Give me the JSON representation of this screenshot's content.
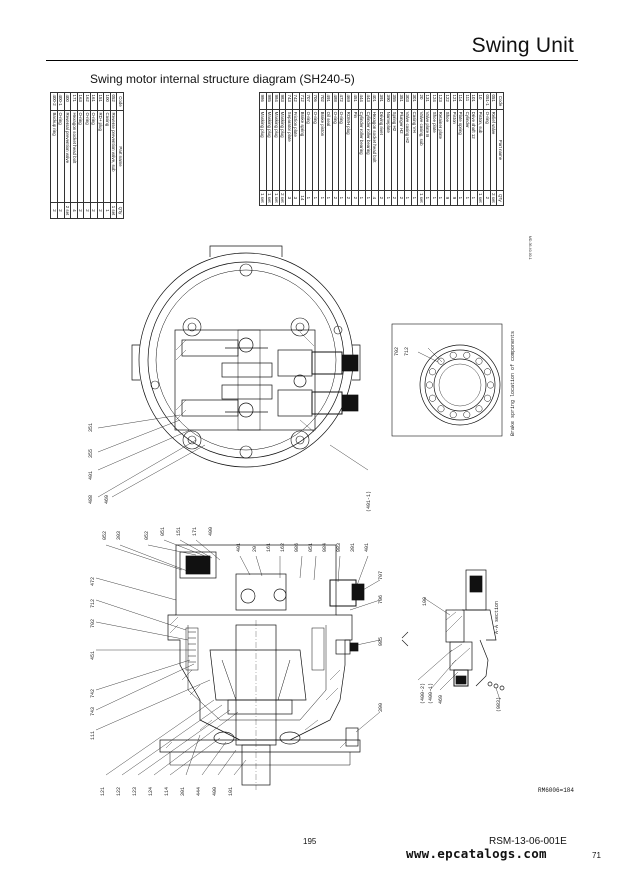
{
  "header": {
    "title": "Swing Unit"
  },
  "section_title": "Swing motor internal structure diagram (SH240-5)",
  "table_a": {
    "headers": [
      "Code",
      "Part name",
      "Q'ty"
    ],
    "rows": [
      [
        "052",
        "Reverse prevention valve, sub",
        "1 set"
      ],
      [
        "100",
        "Casing",
        "1"
      ],
      [
        "151",
        "RD+ plug",
        "2"
      ],
      [
        "161",
        "O-ring",
        "2"
      ],
      [
        "162",
        "O-ring",
        "2"
      ],
      [
        "163",
        "O-ring",
        "2"
      ],
      [
        "171",
        "Hexagon socket head bolt",
        "4"
      ],
      [
        "400",
        "Reversal prevention valve",
        "2 set"
      ],
      [
        "400-1",
        "O-ring",
        "2"
      ],
      [
        "400-2",
        "Backup ring",
        "2"
      ]
    ]
  },
  "table_b": {
    "headers": [
      "Code",
      "Part name",
      "Q'ty"
    ],
    "rows": [
      [
        "051",
        "Relief valve",
        "2 set"
      ],
      [
        "051-1",
        "O-ring",
        "2"
      ],
      [
        "10",
        "Piston, sub",
        "1 set"
      ],
      [
        "101",
        "Drive shaft 12",
        "1"
      ],
      [
        "111",
        "Cylinder",
        "1"
      ],
      [
        "114",
        "Plate spring",
        "1"
      ],
      [
        "121",
        "Piston",
        "9"
      ],
      [
        "122",
        "Shoe",
        "9"
      ],
      [
        "123",
        "Retainer plate",
        "1"
      ],
      [
        "124",
        "Shoe plate",
        "1"
      ],
      [
        "131",
        "Valve plate B",
        "1"
      ],
      [
        "20",
        "Valve casing, sub",
        "1 set"
      ],
      [
        "301",
        "Casing VH",
        "1"
      ],
      [
        "303",
        "Valve casing H2",
        "1"
      ],
      [
        "351",
        "Plunger H2",
        "2"
      ],
      [
        "355",
        "Spring H2",
        "2"
      ],
      [
        "390",
        "Nameplate",
        "1"
      ],
      [
        "391",
        "Driving rivet",
        "2"
      ],
      [
        "401",
        "Hexagon socket head bolt",
        "4"
      ],
      [
        "443",
        "Cylinder roller bearing",
        "1"
      ],
      [
        "444",
        "Cylinder roller bearing",
        "1"
      ],
      [
        "451",
        "Pin",
        "2"
      ],
      [
        "469",
        "ROMH plug",
        "2"
      ],
      [
        "472",
        "O-ring",
        "1"
      ],
      [
        "488",
        "O-ring",
        "2"
      ],
      [
        "491",
        "Oil seal",
        "1"
      ],
      [
        "702",
        "Brake piston",
        "1"
      ],
      [
        "706",
        "O-ring",
        "1"
      ],
      [
        "707",
        "O-ring",
        "1"
      ],
      [
        "712",
        "Brake spring",
        "14"
      ],
      [
        "742",
        "Friction plate",
        "3"
      ],
      [
        "743",
        "Separator plate",
        "3"
      ],
      [
        "983",
        "Masking plug",
        "2 set"
      ],
      [
        "984",
        "Masking plug",
        "1 set"
      ],
      [
        "985",
        "Masking plug",
        "1 set"
      ],
      [
        "986",
        "Masking plug",
        "1 set"
      ]
    ]
  },
  "small_ref": "MD-36-40-00-1",
  "view_labels": {
    "top_left": [
      "351",
      "355",
      "401",
      "488",
      "469"
    ],
    "top_misc": [
      "(491-1)"
    ],
    "section_top": [
      "052",
      "303",
      "052",
      "051",
      "151",
      "171",
      "400",
      "401",
      "20",
      "161",
      "162",
      "986",
      "051",
      "984",
      "983",
      "391",
      "401"
    ],
    "section_left": [
      "472",
      "712",
      "702",
      "451",
      "742",
      "743",
      "111"
    ],
    "section_bottom": [
      "121",
      "122",
      "123",
      "124",
      "114",
      "301",
      "444",
      "400",
      "101"
    ],
    "section_right": [
      "707",
      "706",
      "985",
      "390"
    ],
    "brake_box": [
      "702",
      "712"
    ],
    "aa_section": [
      "100",
      "(400-2)",
      "(400-1)",
      "469",
      "(983)"
    ]
  },
  "brake_caption": "Brake spring location of components",
  "aa_caption": "A-A section",
  "drawing_id": "RM6006=184",
  "footer": {
    "page_number": "195",
    "doc_code": "RSM-13-06-001E",
    "watermark": "www.epcatalogs.com",
    "side_number": "71"
  },
  "colors": {
    "ink": "#111111",
    "paper": "#ffffff"
  }
}
